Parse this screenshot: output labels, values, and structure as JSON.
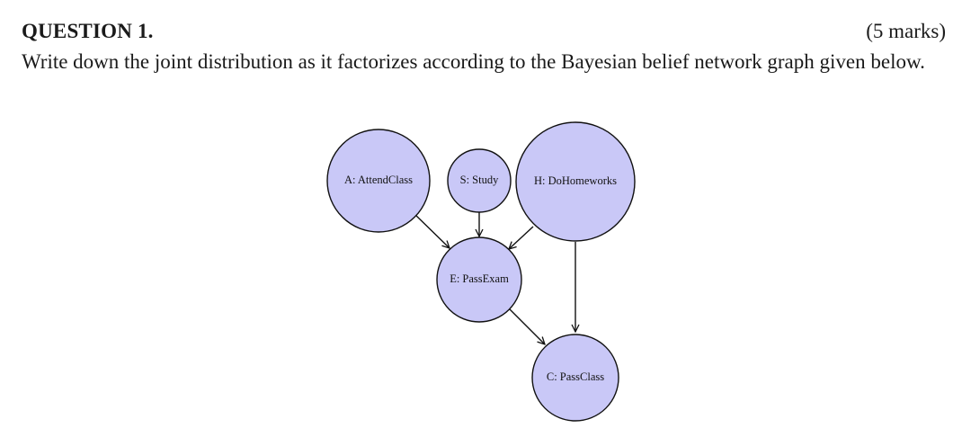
{
  "question": {
    "title": "QUESTION 1.",
    "marks": "(5 marks)",
    "body": "Write down the joint distribution as it factorizes according to the Bayesian belief network graph given below."
  },
  "network": {
    "node_fill": "#c9c8f7",
    "stroke_color": "#111111",
    "nodes": [
      {
        "id": "A",
        "label": "A: AttendClass"
      },
      {
        "id": "S",
        "label": "S: Study"
      },
      {
        "id": "H",
        "label": "H: DoHomeworks"
      },
      {
        "id": "E",
        "label": "E: PassExam"
      },
      {
        "id": "C",
        "label": "C: PassClass"
      }
    ],
    "edges": [
      {
        "from": "A",
        "to": "E"
      },
      {
        "from": "S",
        "to": "E"
      },
      {
        "from": "H",
        "to": "E"
      },
      {
        "from": "E",
        "to": "C"
      },
      {
        "from": "H",
        "to": "C"
      }
    ]
  }
}
